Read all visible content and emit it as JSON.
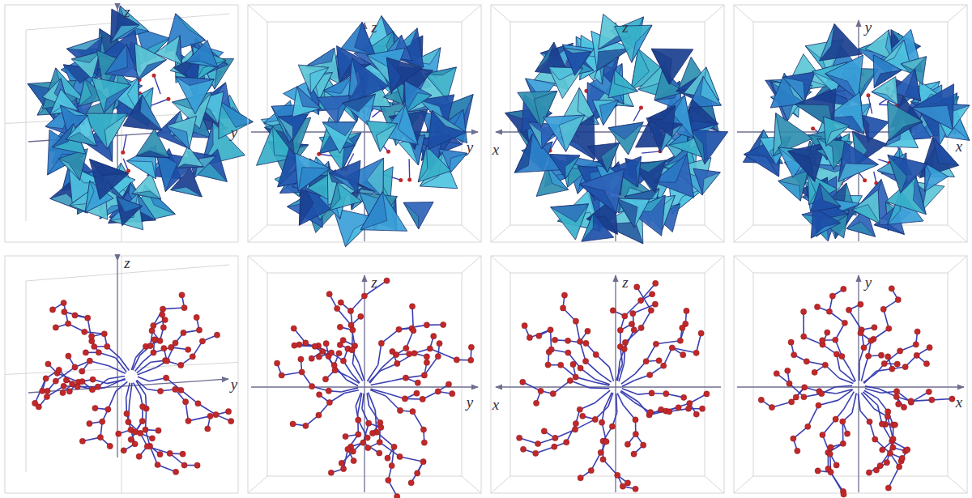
{
  "diagram": {
    "labels": [
      "z",
      "y",
      "z",
      "y",
      "z",
      "x",
      "y",
      "x",
      "z",
      "y",
      "z",
      "y",
      "z",
      "x",
      "y",
      "x"
    ]
  }
}
